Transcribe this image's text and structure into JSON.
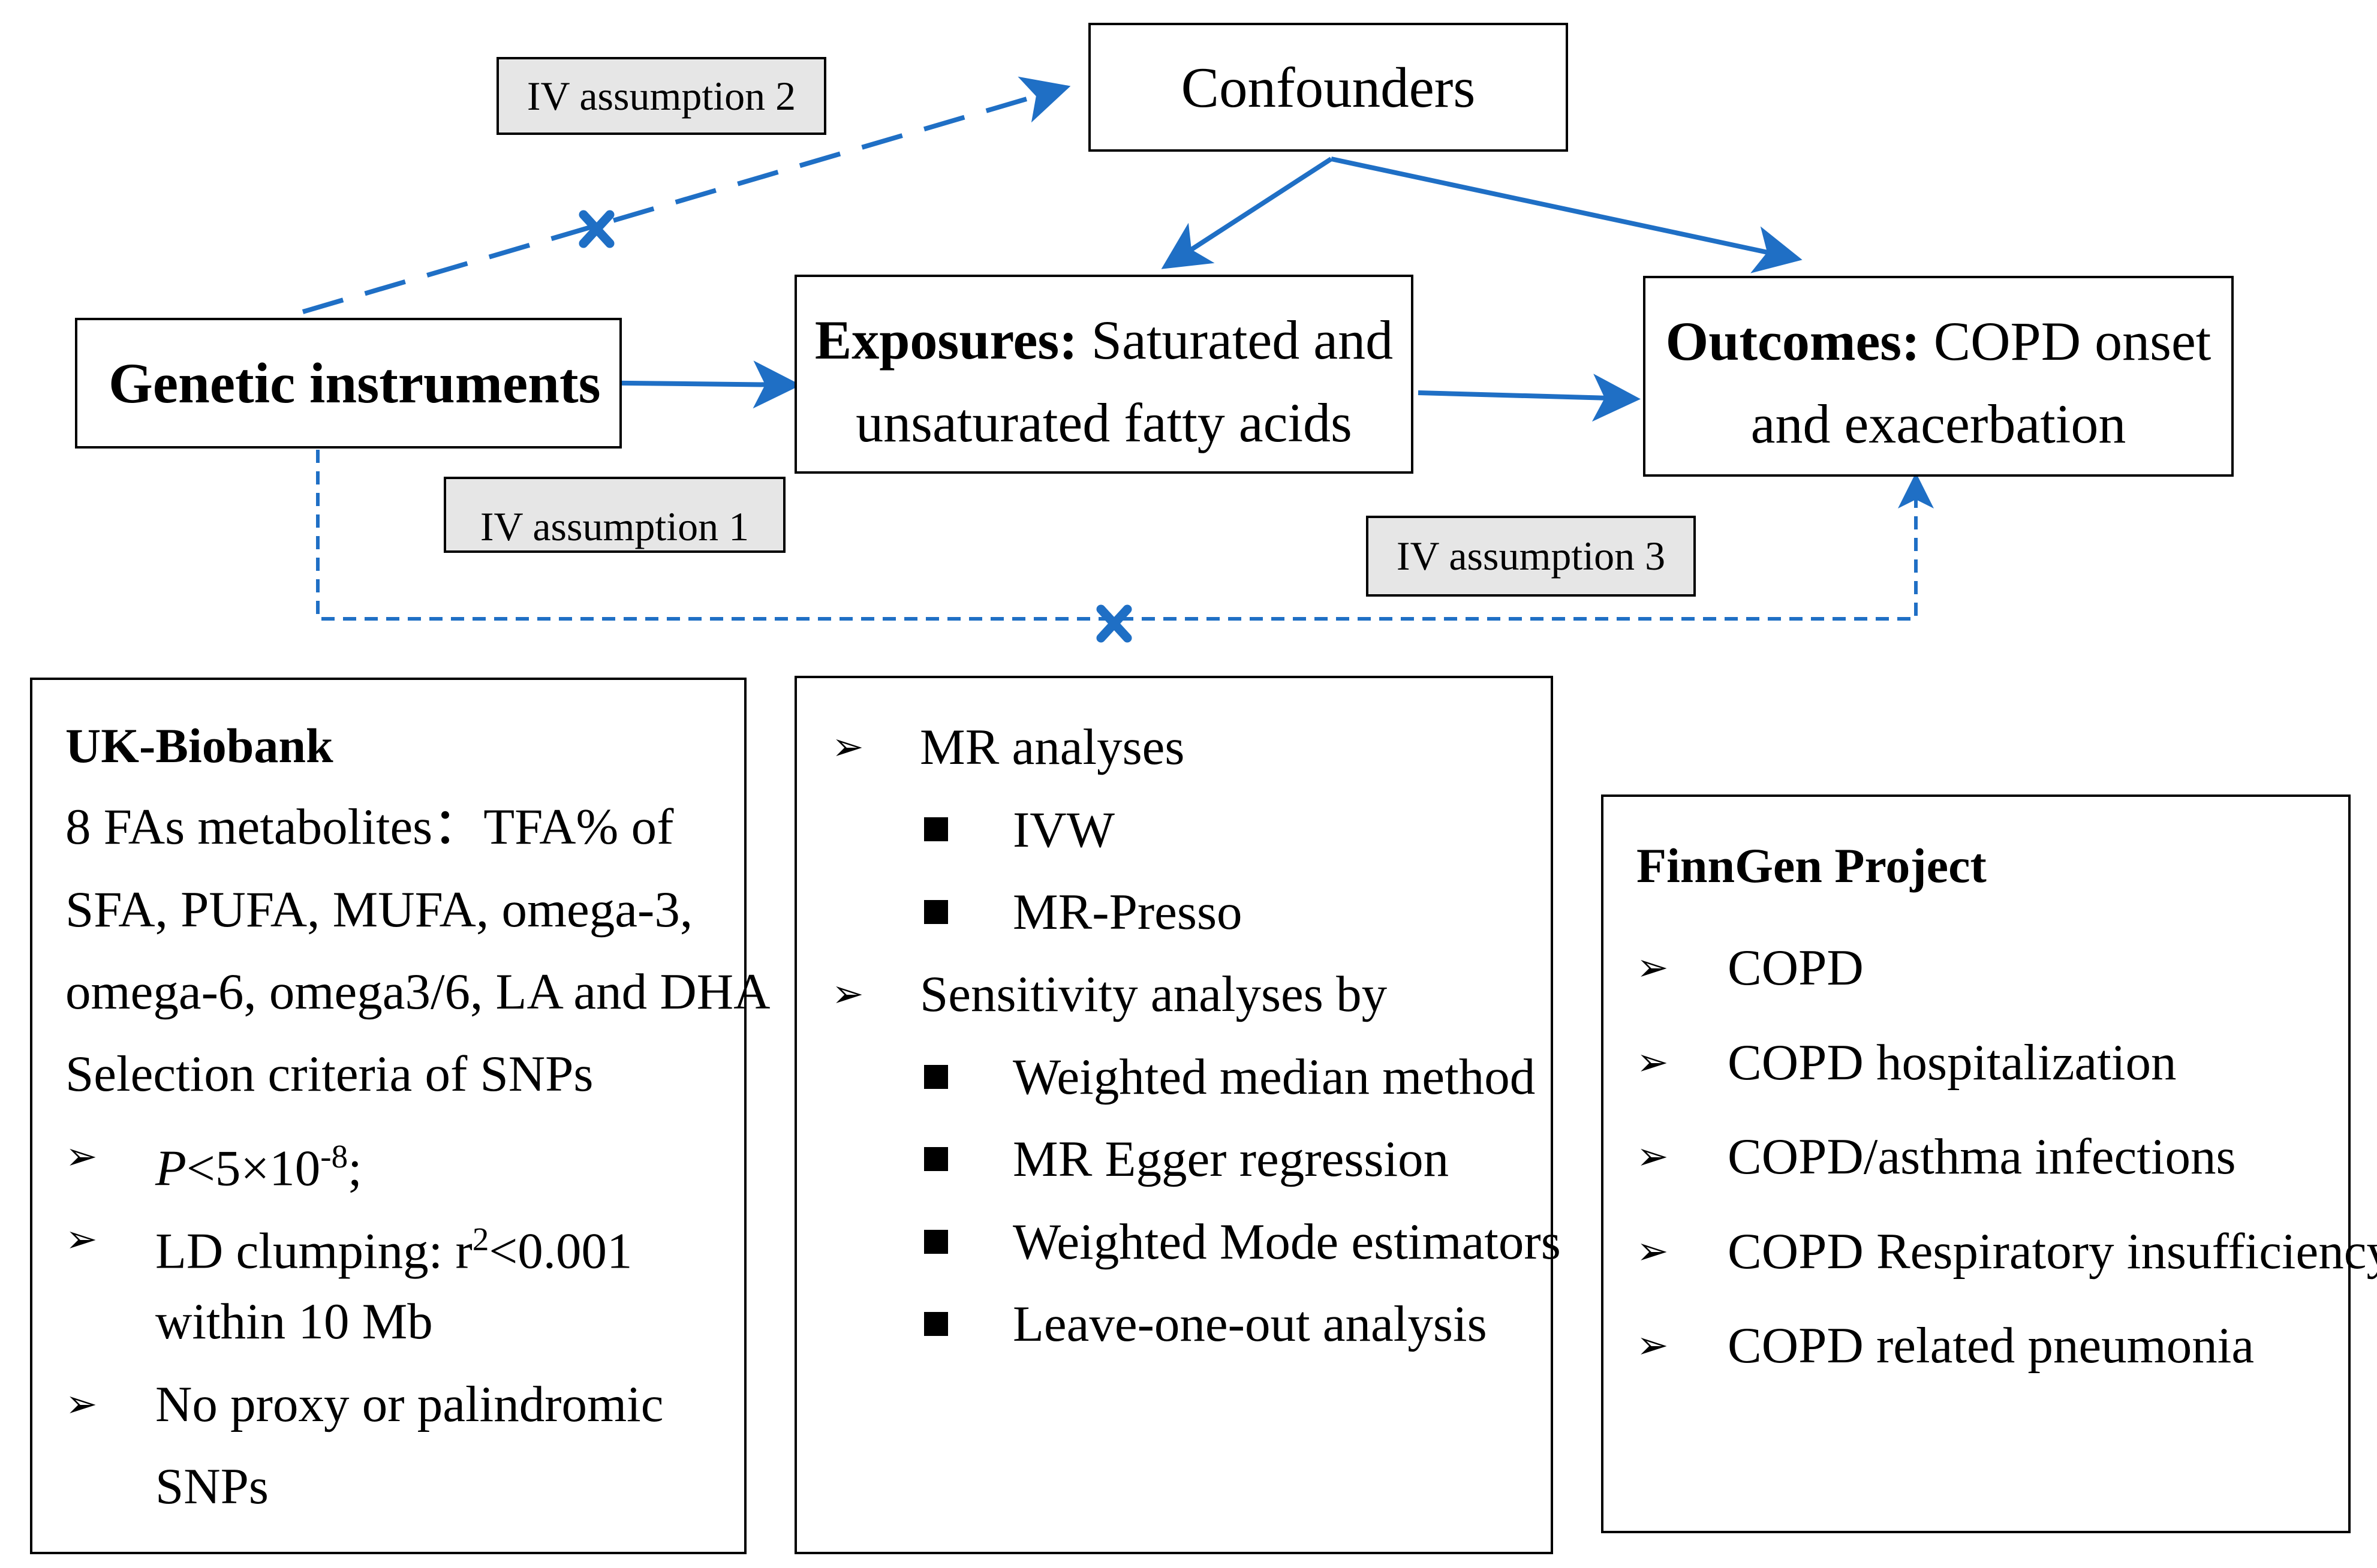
{
  "nodes": {
    "confounders": "Confounders",
    "genetic": "Genetic instruments",
    "exposures_bold": "Exposures:",
    "exposures_rest": "Saturated and",
    "exposures_line2": "unsaturated fatty acids",
    "outcomes_bold": "Outcomes:",
    "outcomes_rest": "COPD onset",
    "outcomes_line2": "and exacerbation"
  },
  "assumptions": {
    "iv1": "IV assumption 1",
    "iv2": "IV assumption 2",
    "iv3": "IV assumption 3"
  },
  "ukbiobank": {
    "title": "UK-Biobank",
    "line1": "8 FAs metabolites：TFA% of",
    "line2": "SFA, PUFA, MUFA, omega-3,",
    "line3": "omega-6, omega3/6, LA and DHA",
    "line4": "Selection criteria of SNPs",
    "p_italic": "P",
    "p_rest": "<5×10",
    "p_exp": "-8",
    "p_end": ";",
    "ld_pre": "LD clumping: r",
    "ld_exp": "2",
    "ld_post": "<0.001",
    "ld_line2": "within 10 Mb",
    "proxy_line1": "No proxy or palindromic",
    "proxy_line2": "SNPs"
  },
  "methods": {
    "mr": "MR analyses",
    "ivw": "IVW",
    "presso": "MR-Presso",
    "sens": "Sensitivity analyses by",
    "wmedian": "Weighted median method",
    "egger": "MR Egger regression",
    "wmode": "Weighted Mode estimators",
    "loo": "Leave-one-out analysis"
  },
  "finngen": {
    "title": "FinnGen Project",
    "items": [
      "COPD",
      "COPD hospitalization",
      "COPD/asthma infections",
      "COPD Respiratory insufficiency",
      "COPD related pneumonia"
    ]
  },
  "icons": {
    "bullet": "arrowhead-bullet-icon",
    "square": "square-bullet-icon",
    "blocked": "cross-mark-icon"
  },
  "colors": {
    "arrow": "#1f6fc5",
    "tag_fill": "#e6e6e6"
  }
}
